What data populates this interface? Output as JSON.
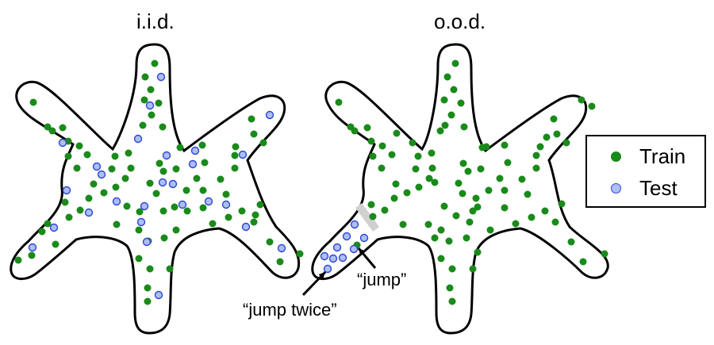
{
  "panels": {
    "iid": {
      "title": "i.i.d."
    },
    "ood": {
      "title": "o.o.d."
    }
  },
  "legend": {
    "train": {
      "label": "Train",
      "color": "#1a8a1a"
    },
    "test": {
      "label": "Test",
      "color": "#aebef0",
      "border": "#2b45d6"
    }
  },
  "annotations": {
    "jump": "“jump”",
    "jump_twice": "“jump twice”"
  },
  "colors": {
    "outline": "#000000",
    "background": "#ffffff",
    "boundary_shade": "#d0d0d0"
  }
}
